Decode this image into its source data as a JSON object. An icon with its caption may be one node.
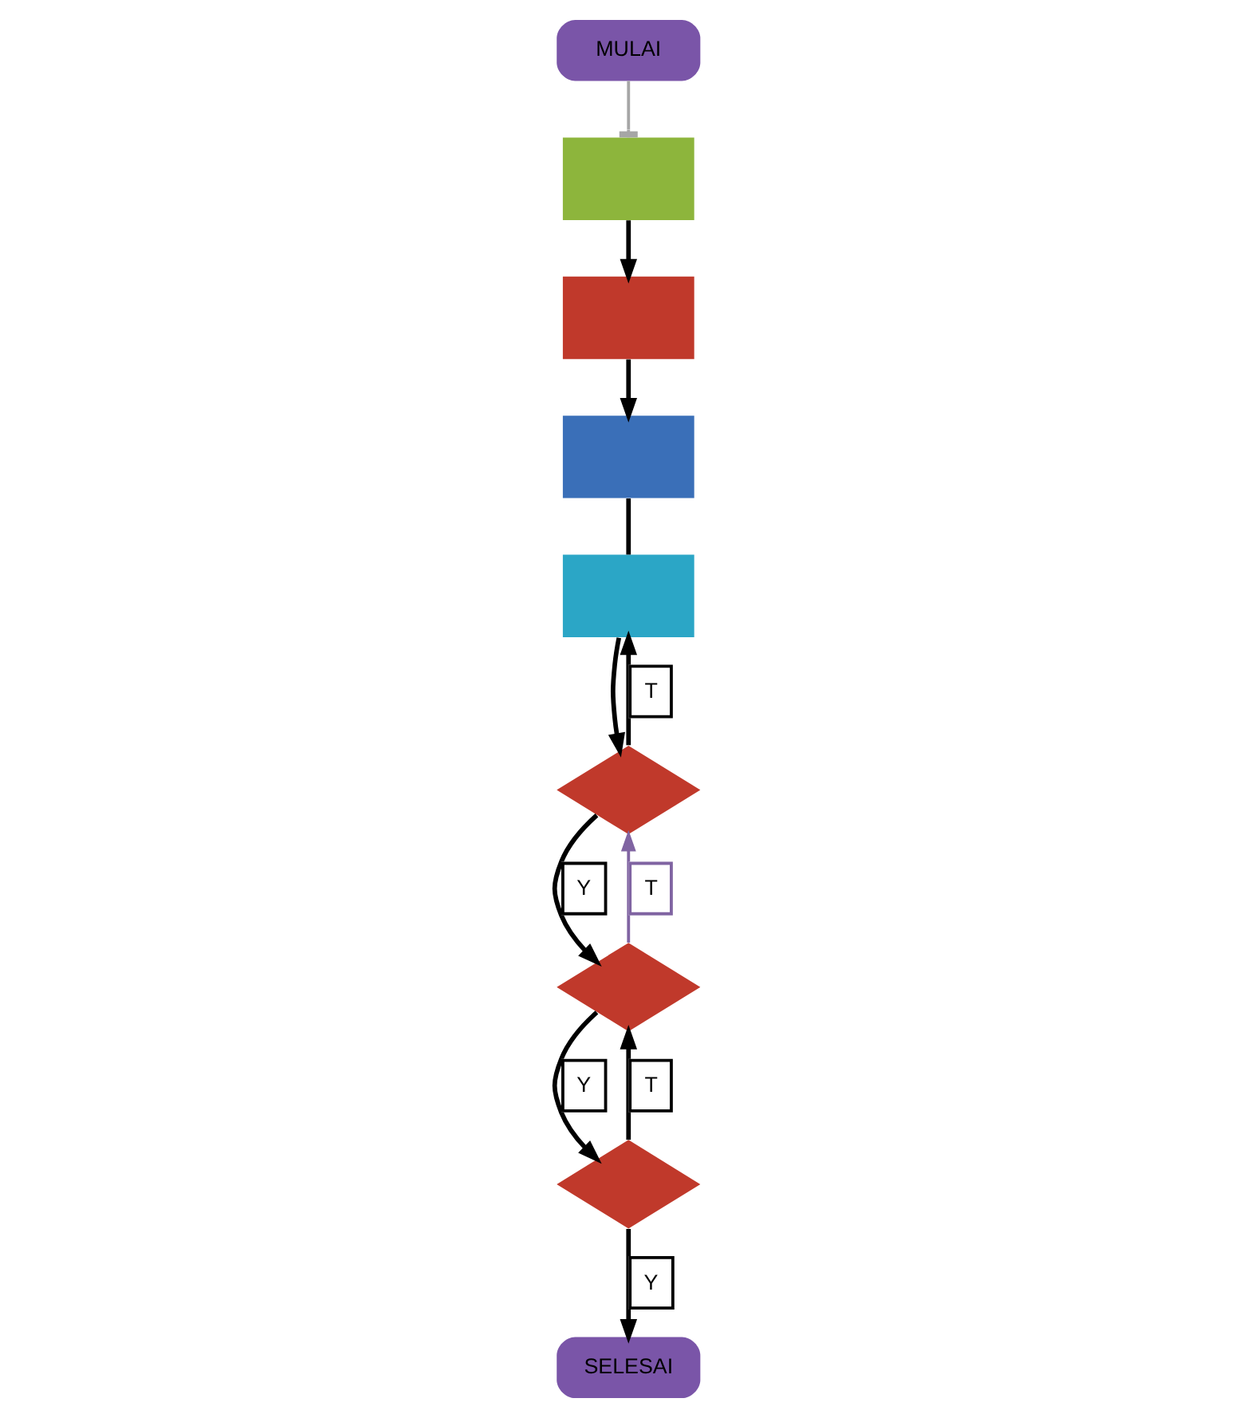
{
  "diagram": {
    "nodes": [
      {
        "text": [
          "MULAI"
        ]
      },
      {
        "text": [],
        "shape": "box"
      },
      {
        "text": [],
        "shape": "box"
      },
      {
        "text": [],
        "shape": "box"
      },
      {
        "text": [],
        "shape": "box"
      },
      {
        "text": [],
        "shape": "diamond"
      },
      {
        "text": [],
        "shape": "diamond"
      },
      {
        "text": [],
        "shape": "diamond"
      },
      {
        "text": [
          "SELESAI"
        ]
      }
    ],
    "edges": [
      {
        "from": 0,
        "to": 1,
        "arrow": "other",
        "color": "#a6a6a6"
      },
      {
        "from": 1,
        "to": 2,
        "arrow": "to"
      },
      {
        "from": 2,
        "to": 3,
        "arrow": "to"
      },
      {
        "from": 3,
        "to": 4,
        "arrow": "none"
      },
      {
        "from": 4,
        "to": 5,
        "arrow": "to"
      },
      {
        "from": 5,
        "to": 4,
        "arrow": "to",
        "label": "T"
      },
      {
        "from": 5,
        "to": 6,
        "arrow": "to",
        "label": "Y"
      },
      {
        "from": 6,
        "to": 5,
        "arrow": "to",
        "label": "T",
        "color": "#8064a2"
      },
      {
        "from": 6,
        "to": 7,
        "arrow": "to",
        "label": "Y"
      },
      {
        "from": 7,
        "to": 6,
        "arrow": "to",
        "label": "T"
      },
      {
        "from": 7,
        "to": 8,
        "arrow": "to",
        "label": "Y"
      }
    ]
  }
}
